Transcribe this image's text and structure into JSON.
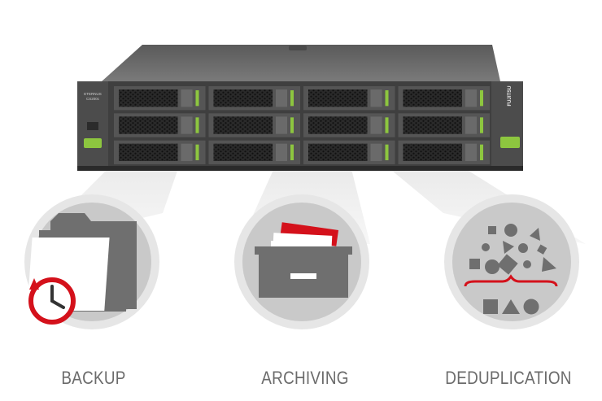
{
  "server": {
    "brand_text": "FUJITSU",
    "front_label_lines": [
      "ETERNUS",
      "CS200c"
    ],
    "accent_color": "#8dc63f",
    "bay_columns": 4,
    "bay_rows": 3
  },
  "features": [
    {
      "label": "BACKUP",
      "icon": "folder-clock-icon"
    },
    {
      "label": "ARCHIVING",
      "icon": "archive-box-icon"
    },
    {
      "label": "DEDUPLICATION",
      "icon": "deduplication-icon"
    }
  ],
  "colors": {
    "icon_gray": "#6f6f6f",
    "circle_fill": "#c9c9c9",
    "circle_ring": "#e6e6e6",
    "accent_red": "#d4111b",
    "label_gray": "#6b6b6b"
  }
}
